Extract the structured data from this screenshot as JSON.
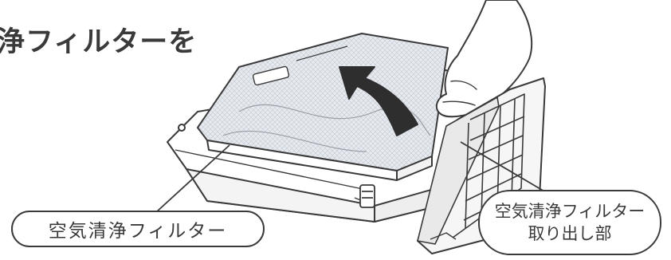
{
  "heading": "浄フィルターを",
  "labels": {
    "filter": "空気清浄フィルター",
    "outlet_line1": "空気清浄フィルター",
    "outlet_line2": "取り出し部"
  },
  "colors": {
    "line": "#3a3a3a",
    "arrow": "#2e2e2e",
    "filter_tint": "#e4e8ee"
  }
}
